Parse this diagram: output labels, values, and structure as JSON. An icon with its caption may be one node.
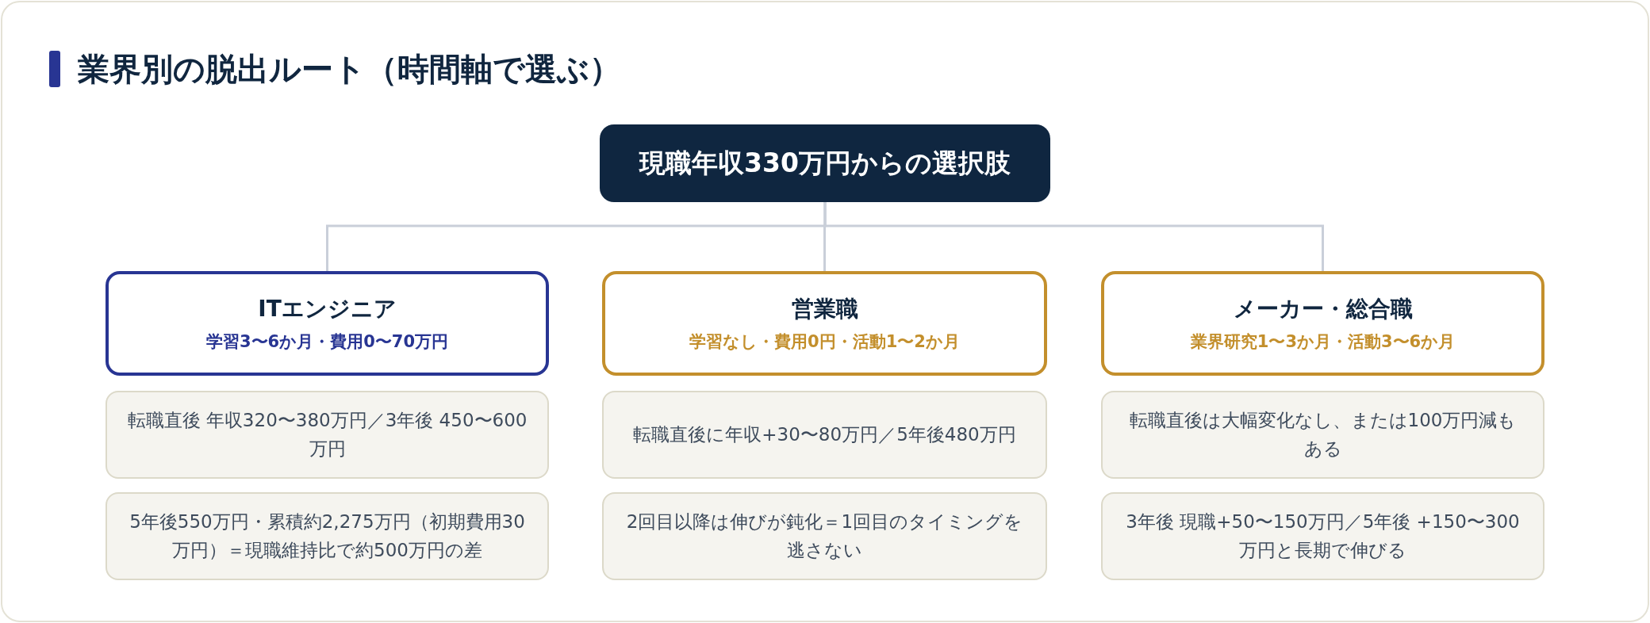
{
  "diagram": {
    "title": "業界別の脱出ルート（時間軸で選ぶ）",
    "nodes": [
      {
        "text": [
          "現職年収330万円からの選択肢"
        ]
      },
      {
        "text": [
          "ITエンジニア",
          "学習3〜6か月・費用0〜70万円"
        ]
      },
      {
        "text": [
          "営業職",
          "学習なし・費用0円・活動1〜2か月"
        ]
      },
      {
        "text": [
          "メーカー・総合職",
          "業界研究1〜3か月・活動3〜6か月"
        ]
      },
      {
        "text": [
          "転職直後 年収320〜380万円／3年後 450〜600万円"
        ]
      },
      {
        "text": [
          "転職直後に年収+30〜80万円／5年後480万円"
        ]
      },
      {
        "text": [
          "転職直後は大幅変化なし、または100万円減もある"
        ]
      },
      {
        "text": [
          "5年後550万円・累積約2,275万円（初期費用30万円）＝現職維持比で約500万円の差"
        ]
      },
      {
        "text": [
          "2回目以降は伸びが鈍化＝1回目のタイミングを逃さない"
        ]
      },
      {
        "text": [
          "3年後 現職+50〜150万円／5年後 +150〜300万円と長期で伸びる"
        ]
      }
    ],
    "edges": [
      {
        "from": 0,
        "to": 1,
        "arrow": "none"
      },
      {
        "from": 0,
        "to": 2,
        "arrow": "none"
      },
      {
        "from": 0,
        "to": 3,
        "arrow": "none"
      }
    ]
  }
}
